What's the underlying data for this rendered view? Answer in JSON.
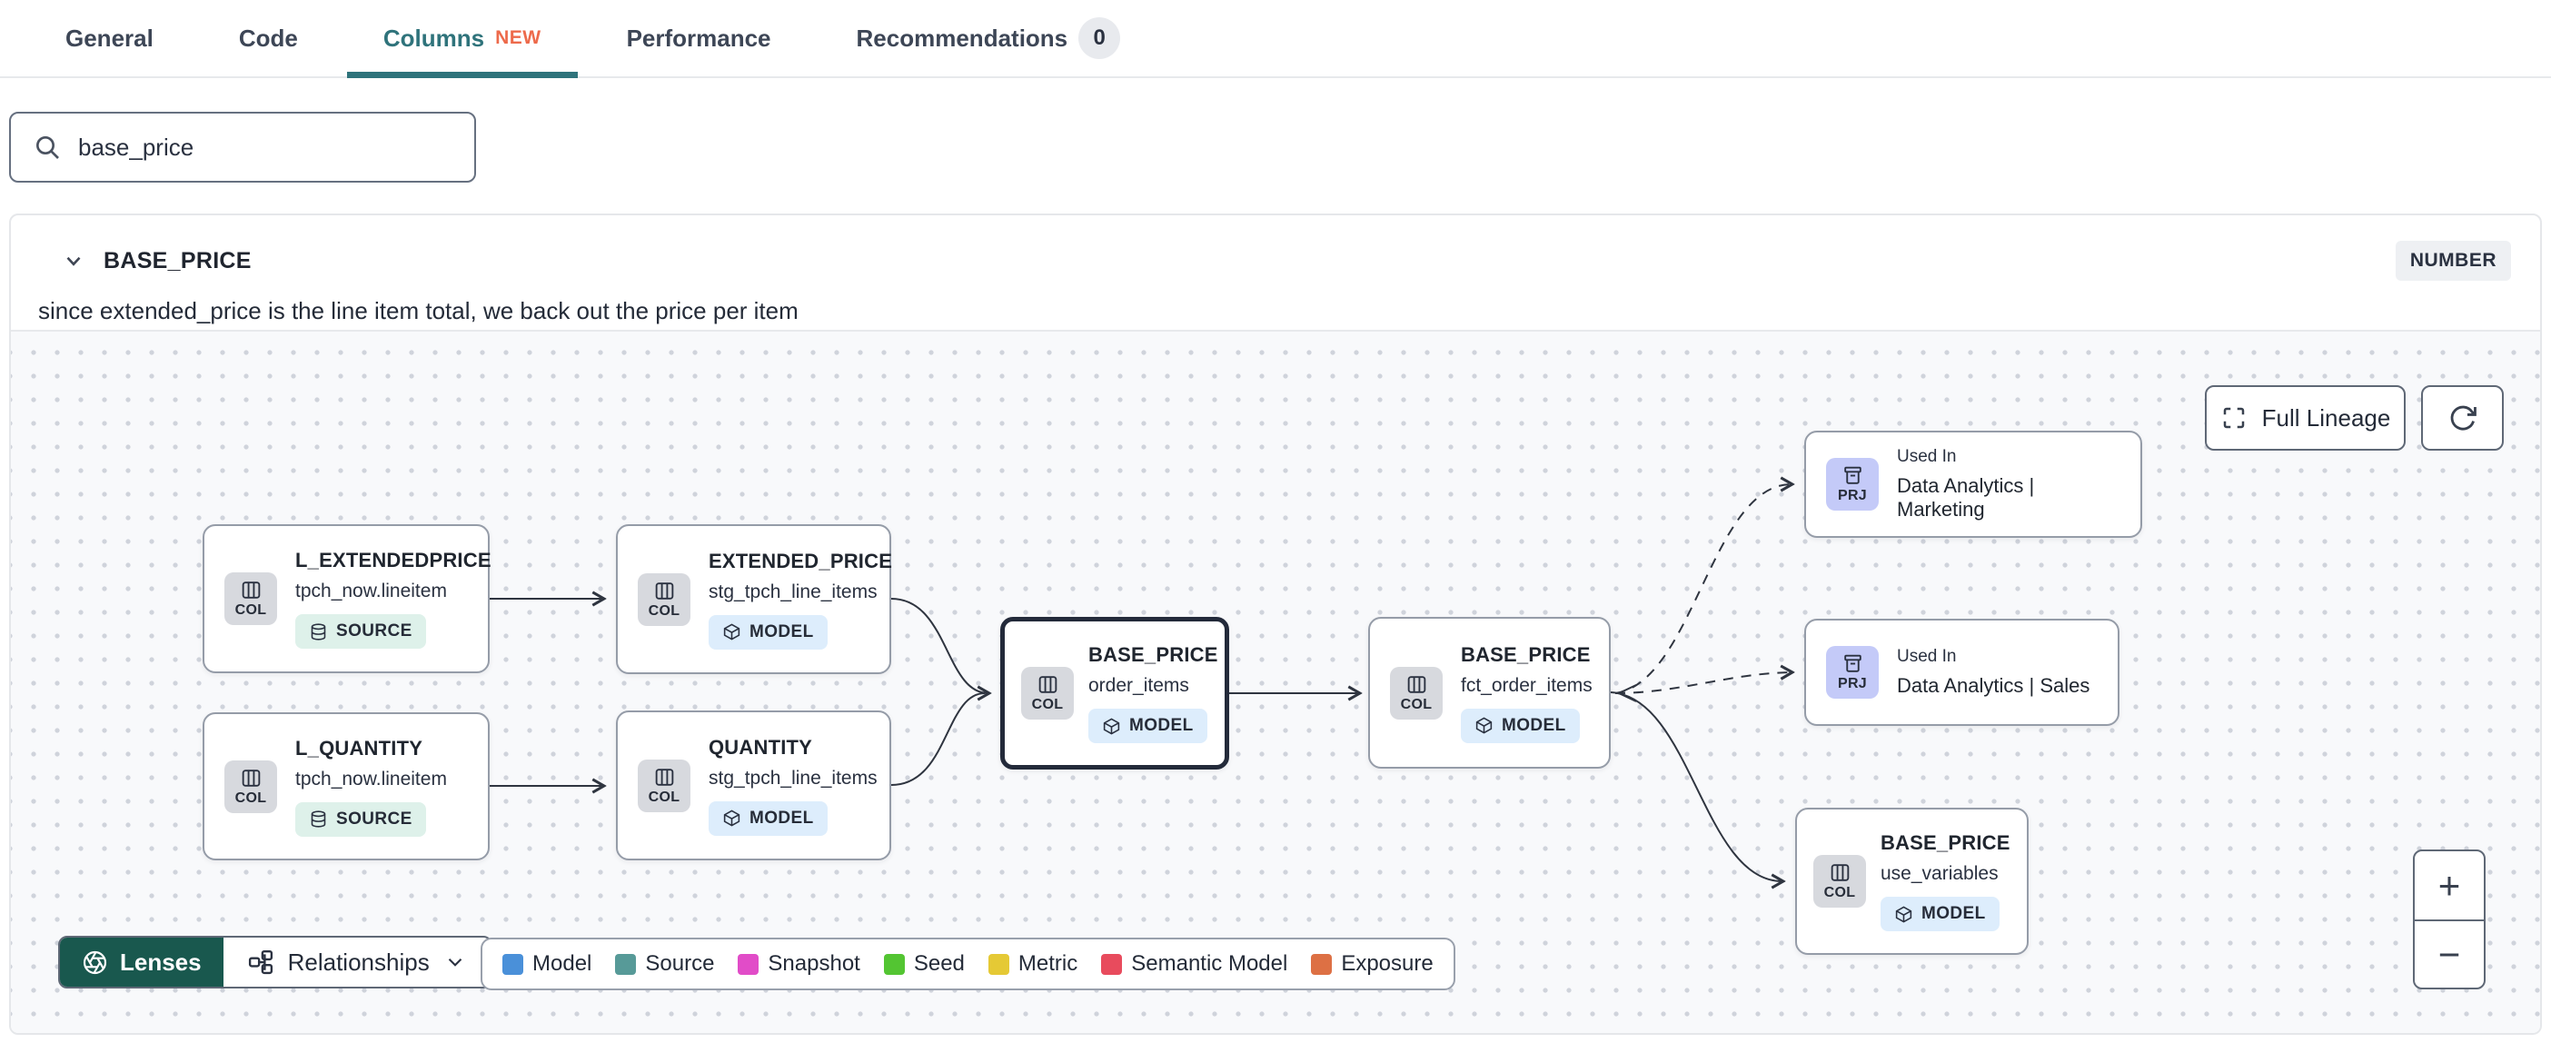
{
  "tabs": [
    {
      "label": "General"
    },
    {
      "label": "Code"
    },
    {
      "label": "Columns",
      "badge": "NEW"
    },
    {
      "label": "Performance"
    },
    {
      "label": "Recommendations",
      "count": "0"
    }
  ],
  "search": {
    "value": "base_price",
    "icon": "search-icon"
  },
  "column": {
    "name": "BASE_PRICE",
    "type": "NUMBER",
    "description": "since extended_price is the line item total, we back out the price per item"
  },
  "lineage": {
    "full_lineage_label": "Full Lineage",
    "refresh_icon": "refresh-icon",
    "zoom_in": "+",
    "zoom_out": "−",
    "lenses_label": "Lenses",
    "relationships_label": "Relationships",
    "nodes": [
      {
        "chip": "COL",
        "chip_icon": "columns-icon",
        "title": "L_EXTENDEDPRICE",
        "subtitle": "tpch_now.lineitem",
        "badge": "SOURCE",
        "badge_icon": "database-icon"
      },
      {
        "chip": "COL",
        "chip_icon": "columns-icon",
        "title": "L_QUANTITY",
        "subtitle": "tpch_now.lineitem",
        "badge": "SOURCE",
        "badge_icon": "database-icon"
      },
      {
        "chip": "COL",
        "chip_icon": "columns-icon",
        "title": "EXTENDED_PRICE",
        "subtitle": "stg_tpch_line_items",
        "badge": "MODEL",
        "badge_icon": "cube-icon"
      },
      {
        "chip": "COL",
        "chip_icon": "columns-icon",
        "title": "QUANTITY",
        "subtitle": "stg_tpch_line_items",
        "badge": "MODEL",
        "badge_icon": "cube-icon"
      },
      {
        "chip": "COL",
        "chip_icon": "columns-icon",
        "title": "BASE_PRICE",
        "subtitle": "order_items",
        "badge": "MODEL",
        "badge_icon": "cube-icon",
        "selected": true
      },
      {
        "chip": "COL",
        "chip_icon": "columns-icon",
        "title": "BASE_PRICE",
        "subtitle": "fct_order_items",
        "badge": "MODEL",
        "badge_icon": "cube-icon"
      },
      {
        "chip": "PRJ",
        "chip_icon": "project-icon",
        "title": "Used In",
        "subtitle": "Data Analytics | Marketing"
      },
      {
        "chip": "PRJ",
        "chip_icon": "project-icon",
        "title": "Used In",
        "subtitle": "Data Analytics | Sales"
      },
      {
        "chip": "COL",
        "chip_icon": "columns-icon",
        "title": "BASE_PRICE",
        "subtitle": "use_variables",
        "badge": "MODEL",
        "badge_icon": "cube-icon"
      }
    ],
    "legend": [
      {
        "label": "Model",
        "color": "#4a90d9"
      },
      {
        "label": "Source",
        "color": "#579a98"
      },
      {
        "label": "Snapshot",
        "color": "#e14cc8"
      },
      {
        "label": "Seed",
        "color": "#53c532"
      },
      {
        "label": "Metric",
        "color": "#e5c935"
      },
      {
        "label": "Semantic Model",
        "color": "#e84b5d"
      },
      {
        "label": "Exposure",
        "color": "#dd7044"
      }
    ]
  },
  "colors": {
    "accent_teal": "#2f737b",
    "new_badge": "#ed6a4b",
    "lenses_bg": "#19584e",
    "edge": "#2f3540"
  }
}
